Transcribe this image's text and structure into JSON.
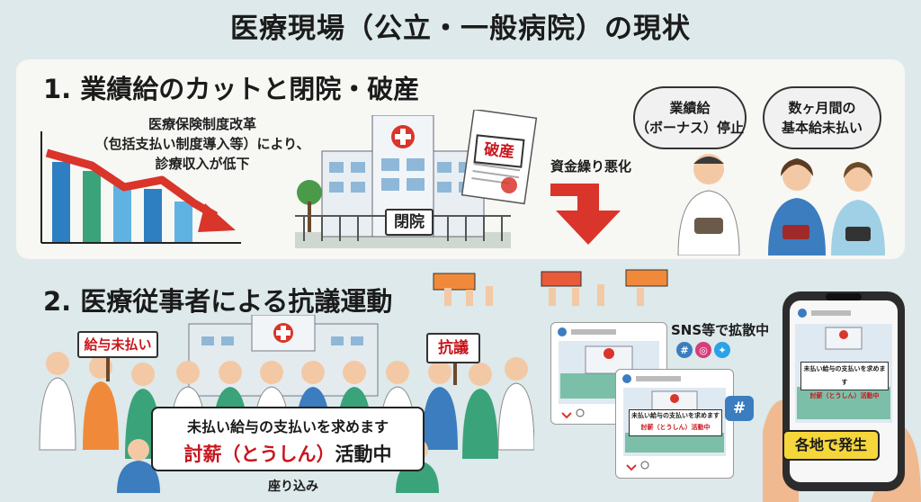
{
  "title": "医療現場（公立・一般病院）の現状",
  "section1": {
    "heading": "1. 業績給のカットと閉院・破産",
    "chart_note": [
      "医療保険制度改革",
      "（包括支払い制度導入等）により、",
      "診療収入が低下"
    ],
    "bankruptcy_doc": "破産",
    "closed_sign": "閉院",
    "arrow_label": "資金繰り悪化",
    "thought1": [
      "業績給",
      "（ボーナス）停止"
    ],
    "thought2": [
      "数ヶ月間の",
      "基本給未払い"
    ]
  },
  "section2": {
    "heading": "2. 医療従事者による抗議運動",
    "sign_left": "給与未払い",
    "sign_right": "抗議",
    "banner_line1": "未払い給与の支払いを求めます",
    "banner_line2_red": "討薪（とうしん）",
    "banner_line2_black": "活動中",
    "sit_in": "座り込み",
    "sns_label": "SNS等で拡散中",
    "hash": "#",
    "post_banner1": "未払い給与の支払いを求めます",
    "post_banner2": "討薪（とうしん）活動中",
    "phone_caption": "各地で発生"
  },
  "colors": {
    "bar_blue": "#2e7fc1",
    "bar_green": "#3aa37a",
    "bar_lightblue": "#5fb3e3",
    "decline_red": "#d9352b",
    "accent_red": "#c8161d",
    "panel": "#f7f7f4",
    "background": "#dde9ea",
    "yellow": "#f5d63b"
  },
  "chart_data": {
    "type": "bar",
    "categories": [
      "",
      "",
      "",
      "",
      ""
    ],
    "values": [
      4.5,
      4.0,
      3.2,
      3.0,
      2.3
    ]
  }
}
